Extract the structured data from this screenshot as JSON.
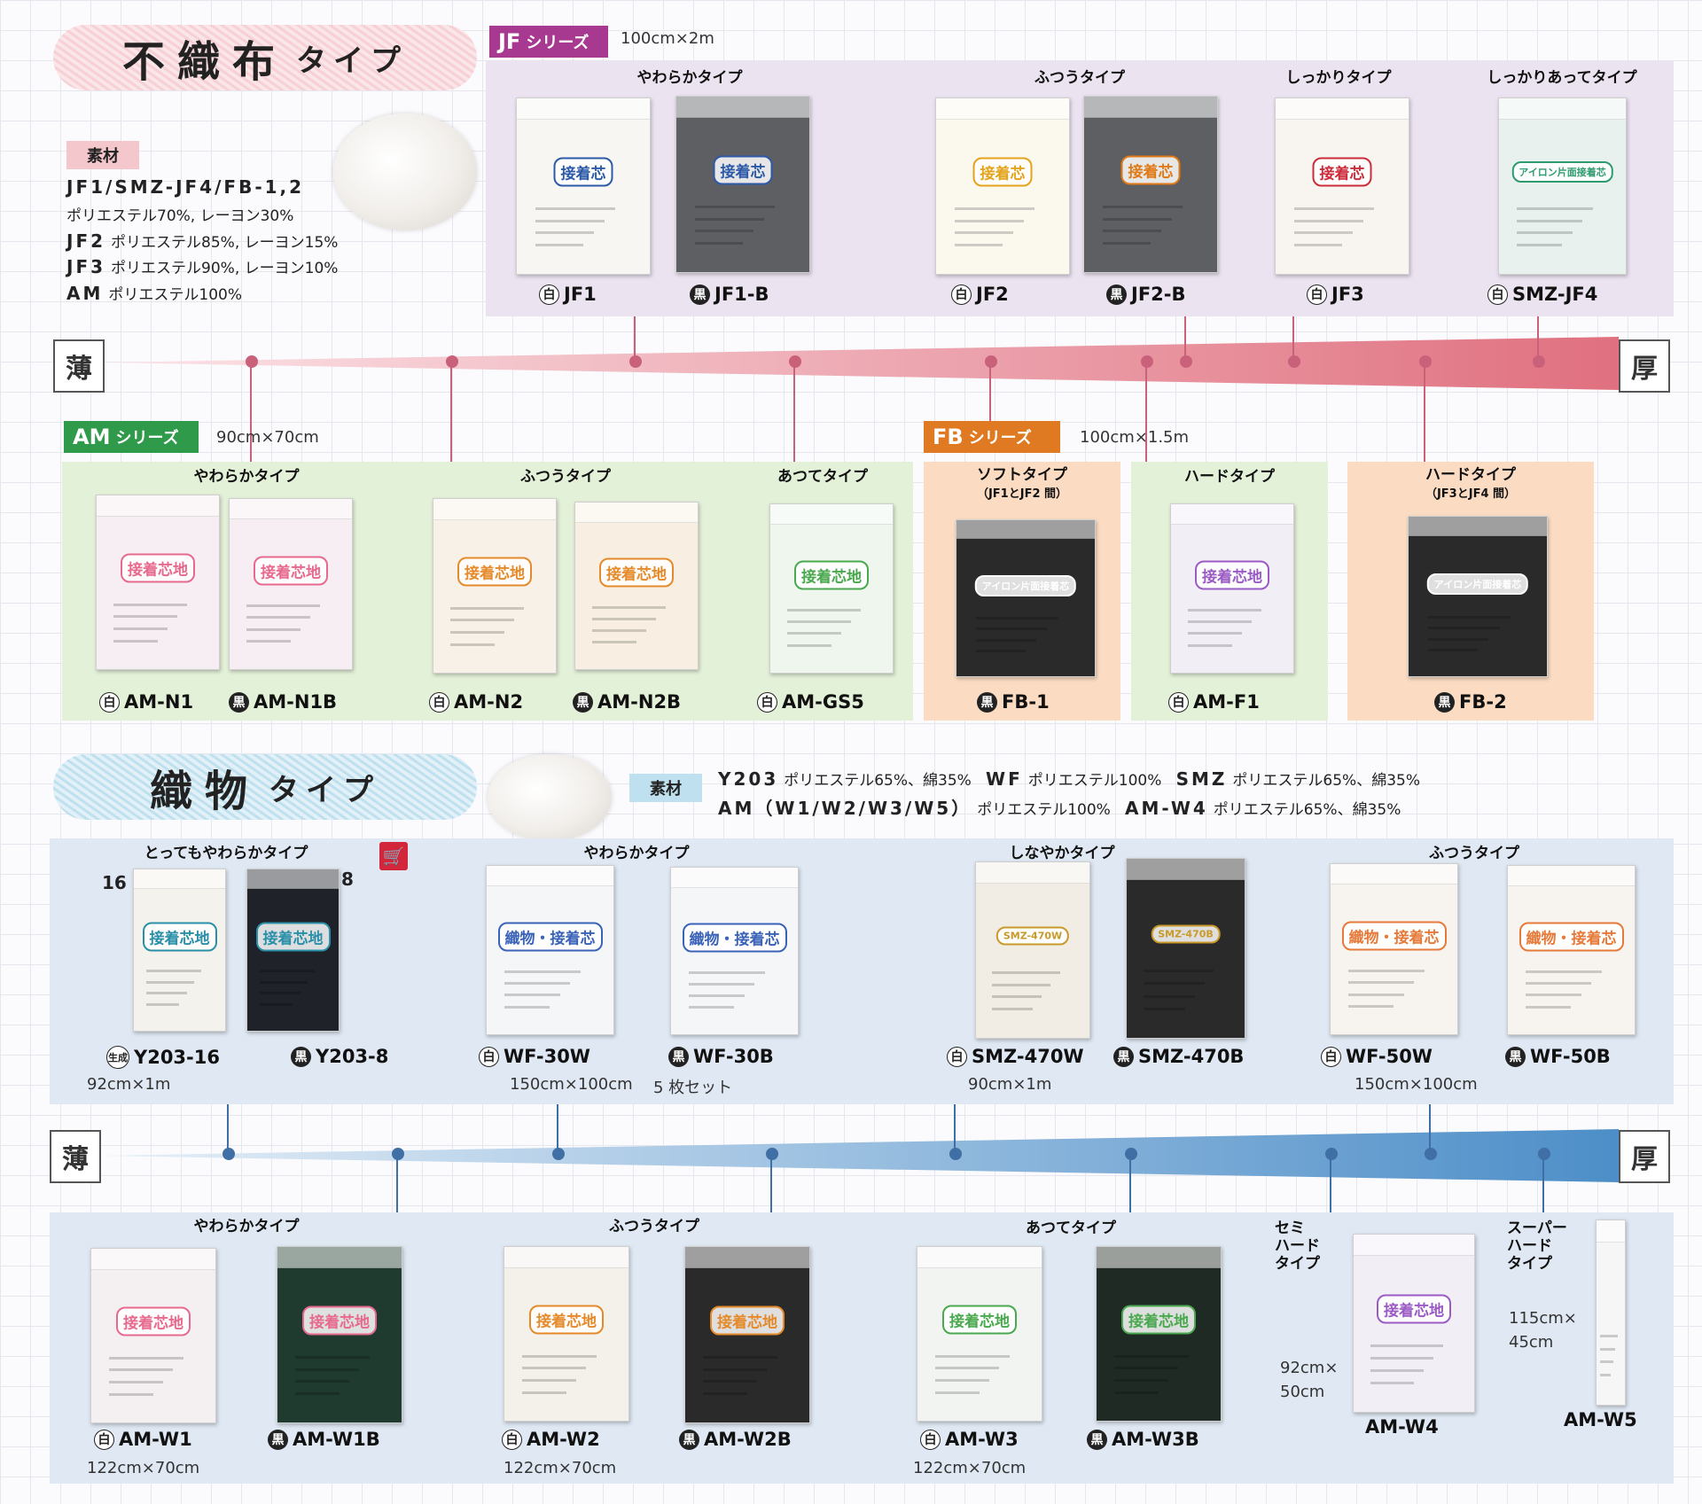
{
  "nonwoven": {
    "title": "不織布",
    "title_sub": "タイプ",
    "material_tag": "素材",
    "materials": [
      {
        "code": "JF1/SMZ-JF4/FB-1,2",
        "desc": "ポリエステル70%, レーヨン30%"
      },
      {
        "code": "JF2",
        "desc": "ポリエステル85%, レーヨン15%"
      },
      {
        "code": "JF3",
        "desc": "ポリエステル90%, レーヨン10%"
      },
      {
        "code": "AM",
        "desc": "ポリエステル100%"
      }
    ],
    "jf": {
      "name": "JF",
      "suffix": "シリーズ",
      "dim": "100cm×2m",
      "cats": [
        "やわらかタイプ",
        "ふつうタイプ",
        "しっかりタイプ",
        "しっかりあってタイプ"
      ],
      "products": [
        {
          "badge": "白",
          "code": "JF1",
          "label": "接着芯",
          "color": "#2d5aa8",
          "bg": "#f7f6f2"
        },
        {
          "badge": "黒",
          "code": "JF1-B",
          "label": "接着芯",
          "color": "#2d5aa8",
          "bg": "#5e5f62"
        },
        {
          "badge": "白",
          "code": "JF2",
          "label": "接着芯",
          "color": "#e4a31c",
          "bg": "#fbf8ee"
        },
        {
          "badge": "黒",
          "code": "JF2-B",
          "label": "接着芯",
          "color": "#e07a17",
          "bg": "#5e5f62"
        },
        {
          "badge": "白",
          "code": "JF3",
          "label": "接着芯",
          "color": "#cc2c3a",
          "bg": "#f8f5f1"
        },
        {
          "badge": "白",
          "code": "SMZ-JF4",
          "label": "アイロン片面接着芯",
          "color": "#2e9b6f",
          "bg": "#e9f1ee"
        }
      ]
    },
    "thin": "薄",
    "thick": "厚",
    "am": {
      "name": "AM",
      "suffix": "シリーズ",
      "dim": "90cm×70cm",
      "cats": [
        "やわらかタイプ",
        "ふつうタイプ",
        "あつてタイプ"
      ],
      "products": [
        {
          "badge": "白",
          "code": "AM-N1",
          "label": "接着芯地",
          "color": "#e76a8e",
          "bg": "#f6eef2"
        },
        {
          "badge": "黒",
          "code": "AM-N1B",
          "label": "接着芯地",
          "color": "#e76a8e",
          "bg": "#f6eef2"
        },
        {
          "badge": "白",
          "code": "AM-N2",
          "label": "接着芯地",
          "color": "#e58a2a",
          "bg": "#f8f1e8"
        },
        {
          "badge": "黒",
          "code": "AM-N2B",
          "label": "接着芯地",
          "color": "#e58a2a",
          "bg": "#f8efe2"
        },
        {
          "badge": "白",
          "code": "AM-GS5",
          "label": "接着芯地",
          "color": "#4aa84e",
          "bg": "#eef6ee"
        }
      ]
    },
    "fb": {
      "name": "FB",
      "suffix": "シリーズ",
      "dim": "100cm×1.5m",
      "cats": [
        {
          "t": "ソフトタイプ",
          "s": "（JF1とJF2 間）"
        },
        {
          "t": "ハードタイプ",
          "s": ""
        },
        {
          "t": "ハードタイプ",
          "s": "（JF3とJF4 間）"
        }
      ],
      "products": [
        {
          "badge": "黒",
          "code": "FB-1",
          "label": "アイロン片面接着芯",
          "color": "#ffffff",
          "bg": "#2a2a2a"
        },
        {
          "badge": "白",
          "code": "AM-F1",
          "label": "接着芯地",
          "color": "#9a5cc4",
          "bg": "#f2eef6"
        },
        {
          "badge": "黒",
          "code": "FB-2",
          "label": "アイロン片面接着芯",
          "color": "#ffffff",
          "bg": "#2a2a2a"
        }
      ]
    }
  },
  "woven": {
    "title": "織物",
    "title_sub": "タイプ",
    "material_tag": "素材",
    "materials_line1": [
      {
        "code": "Y203",
        "desc": "ポリエステル65%、綿35%"
      },
      {
        "code": "WF",
        "desc": "ポリエステル100%"
      },
      {
        "code": "SMZ",
        "desc": "ポリエステル65%、綿35%"
      }
    ],
    "materials_line2": [
      {
        "code": "AM（W1/W2/W3/W5）",
        "desc": "ポリエステル100%"
      },
      {
        "code": "AM-W4",
        "desc": "ポリエステル65%、綿35%"
      }
    ],
    "cats_top": [
      "とってもやわらかタイプ",
      "やわらかタイプ",
      "しなやかタイプ",
      "ふつうタイプ"
    ],
    "num16": "16",
    "num8": "8",
    "top_products": [
      {
        "badge": "生成",
        "code": "Y203-16",
        "label": "接着芯地",
        "color": "#2a8fa8",
        "bg": "#f3f2ec"
      },
      {
        "badge": "黒",
        "code": "Y203-8",
        "label": "接着芯地",
        "color": "#2a8fa8",
        "bg": "#1f2228"
      },
      {
        "badge": "白",
        "code": "WF-30W",
        "label": "織物・接着芯",
        "color": "#3a63b8",
        "bg": "#f5f6f8"
      },
      {
        "badge": "黒",
        "code": "WF-30B",
        "label": "織物・接着芯",
        "color": "#3a63b8",
        "bg": "#f5f6f8"
      },
      {
        "badge": "白",
        "code": "SMZ-470W",
        "label": "SMZ-470W",
        "color": "#c99a2a",
        "bg": "#f1ede4"
      },
      {
        "badge": "黒",
        "code": "SMZ-470B",
        "label": "SMZ-470B",
        "color": "#c99a2a",
        "bg": "#2a2a2a"
      },
      {
        "badge": "白",
        "code": "WF-50W",
        "label": "織物・接着芯",
        "color": "#e67a3a",
        "bg": "#f7f3ef"
      },
      {
        "badge": "黒",
        "code": "WF-50B",
        "label": "織物・接着芯",
        "color": "#e67a3a",
        "bg": "#f7f3ef"
      }
    ],
    "dims_top": [
      "92cm×1m",
      "150cm×100cm",
      "5 枚セット",
      "90cm×1m",
      "150cm×100cm"
    ],
    "thin": "薄",
    "thick": "厚",
    "cats_bottom": [
      "やわらかタイプ",
      "ふつうタイプ",
      "あつてタイプ"
    ],
    "semi": [
      "セミ",
      "ハード",
      "タイプ"
    ],
    "super": [
      "スーパー",
      "ハード",
      "タイプ"
    ],
    "dim_w4": [
      "92cm×",
      "50cm"
    ],
    "dim_w5": [
      "115cm×",
      "45cm"
    ],
    "bottom_products": [
      {
        "badge": "白",
        "code": "AM-W1",
        "label": "接着芯地",
        "color": "#e76a8e",
        "bg": "#f4f0f2"
      },
      {
        "badge": "黒",
        "code": "AM-W1B",
        "label": "接着芯地",
        "color": "#e76a8e",
        "bg": "#1f3a2e"
      },
      {
        "badge": "白",
        "code": "AM-W2",
        "label": "接着芯地",
        "color": "#e58a2a",
        "bg": "#f4f0ea"
      },
      {
        "badge": "黒",
        "code": "AM-W2B",
        "label": "接着芯地",
        "color": "#e58a2a",
        "bg": "#2a2a2a"
      },
      {
        "badge": "白",
        "code": "AM-W3",
        "label": "接着芯地",
        "color": "#4aa84e",
        "bg": "#f1f4f1"
      },
      {
        "badge": "黒",
        "code": "AM-W3B",
        "label": "接着芯地",
        "color": "#4aa84e",
        "bg": "#1f2a24"
      },
      {
        "badge": "",
        "code": "AM-W4",
        "label": "接着芯地",
        "color": "#9a5cc4",
        "bg": "#f2eef6"
      },
      {
        "badge": "",
        "code": "AM-W5",
        "label": "",
        "color": "#888888",
        "bg": "#f6f6f6"
      }
    ],
    "dims_bottom": [
      "122cm×70cm",
      "122cm×70cm",
      "122cm×70cm"
    ]
  }
}
